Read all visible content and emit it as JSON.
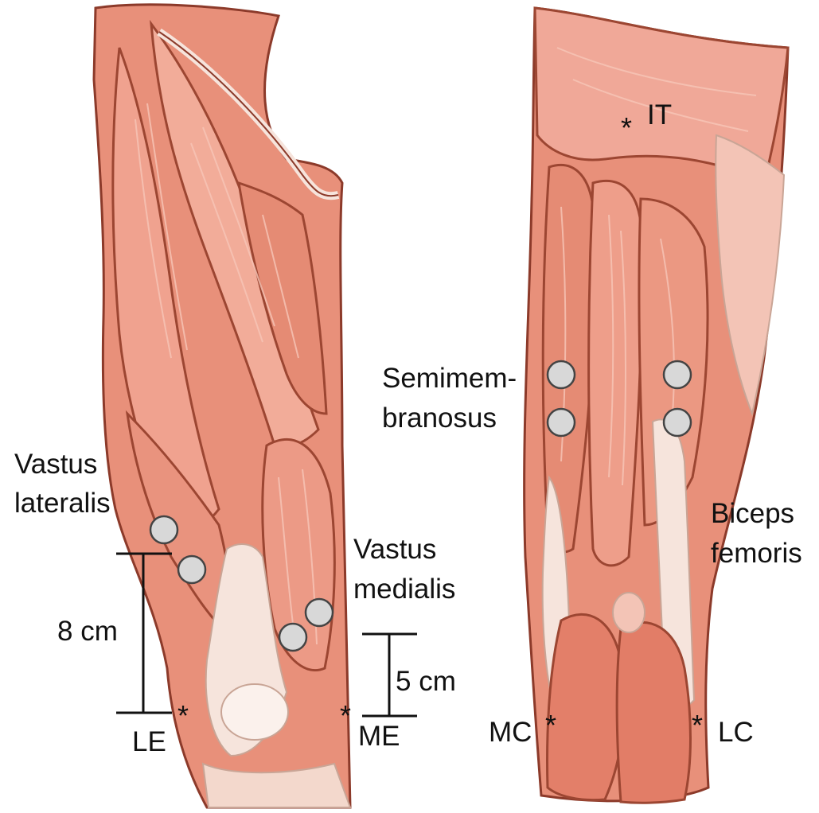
{
  "colors": {
    "muscle": "#e8907a",
    "muscle_light": "#f4b4a2",
    "muscle_dark": "#b85a45",
    "outline": "#8c3a2a",
    "tendon": "#f6e4dc",
    "electrode_fill": "#d8d8d8",
    "electrode_stroke": "#444444",
    "text": "#111111"
  },
  "front_view": {
    "vastus_lateralis": {
      "line1": "Vastus",
      "line2": "lateralis"
    },
    "vastus_medialis": {
      "line1": "Vastus",
      "line2": "medialis"
    },
    "distance_lateral": "8 cm",
    "distance_medial": "5 cm",
    "landmark_lateral": "LE",
    "landmark_medial": "ME",
    "marker_symbol": "*"
  },
  "back_view": {
    "semimembranosus": {
      "line1": "Semimem-",
      "line2": "branosus"
    },
    "biceps_femoris": {
      "line1": "Biceps",
      "line2": "femoris"
    },
    "landmark_ischial": "IT",
    "landmark_medial": "MC",
    "landmark_lateral": "LC",
    "marker_symbol": "*"
  },
  "icons": [
    "front-thigh-muscle-illustration",
    "back-thigh-muscle-illustration",
    "electrode-circle-icon",
    "landmark-asterisk-icon"
  ]
}
